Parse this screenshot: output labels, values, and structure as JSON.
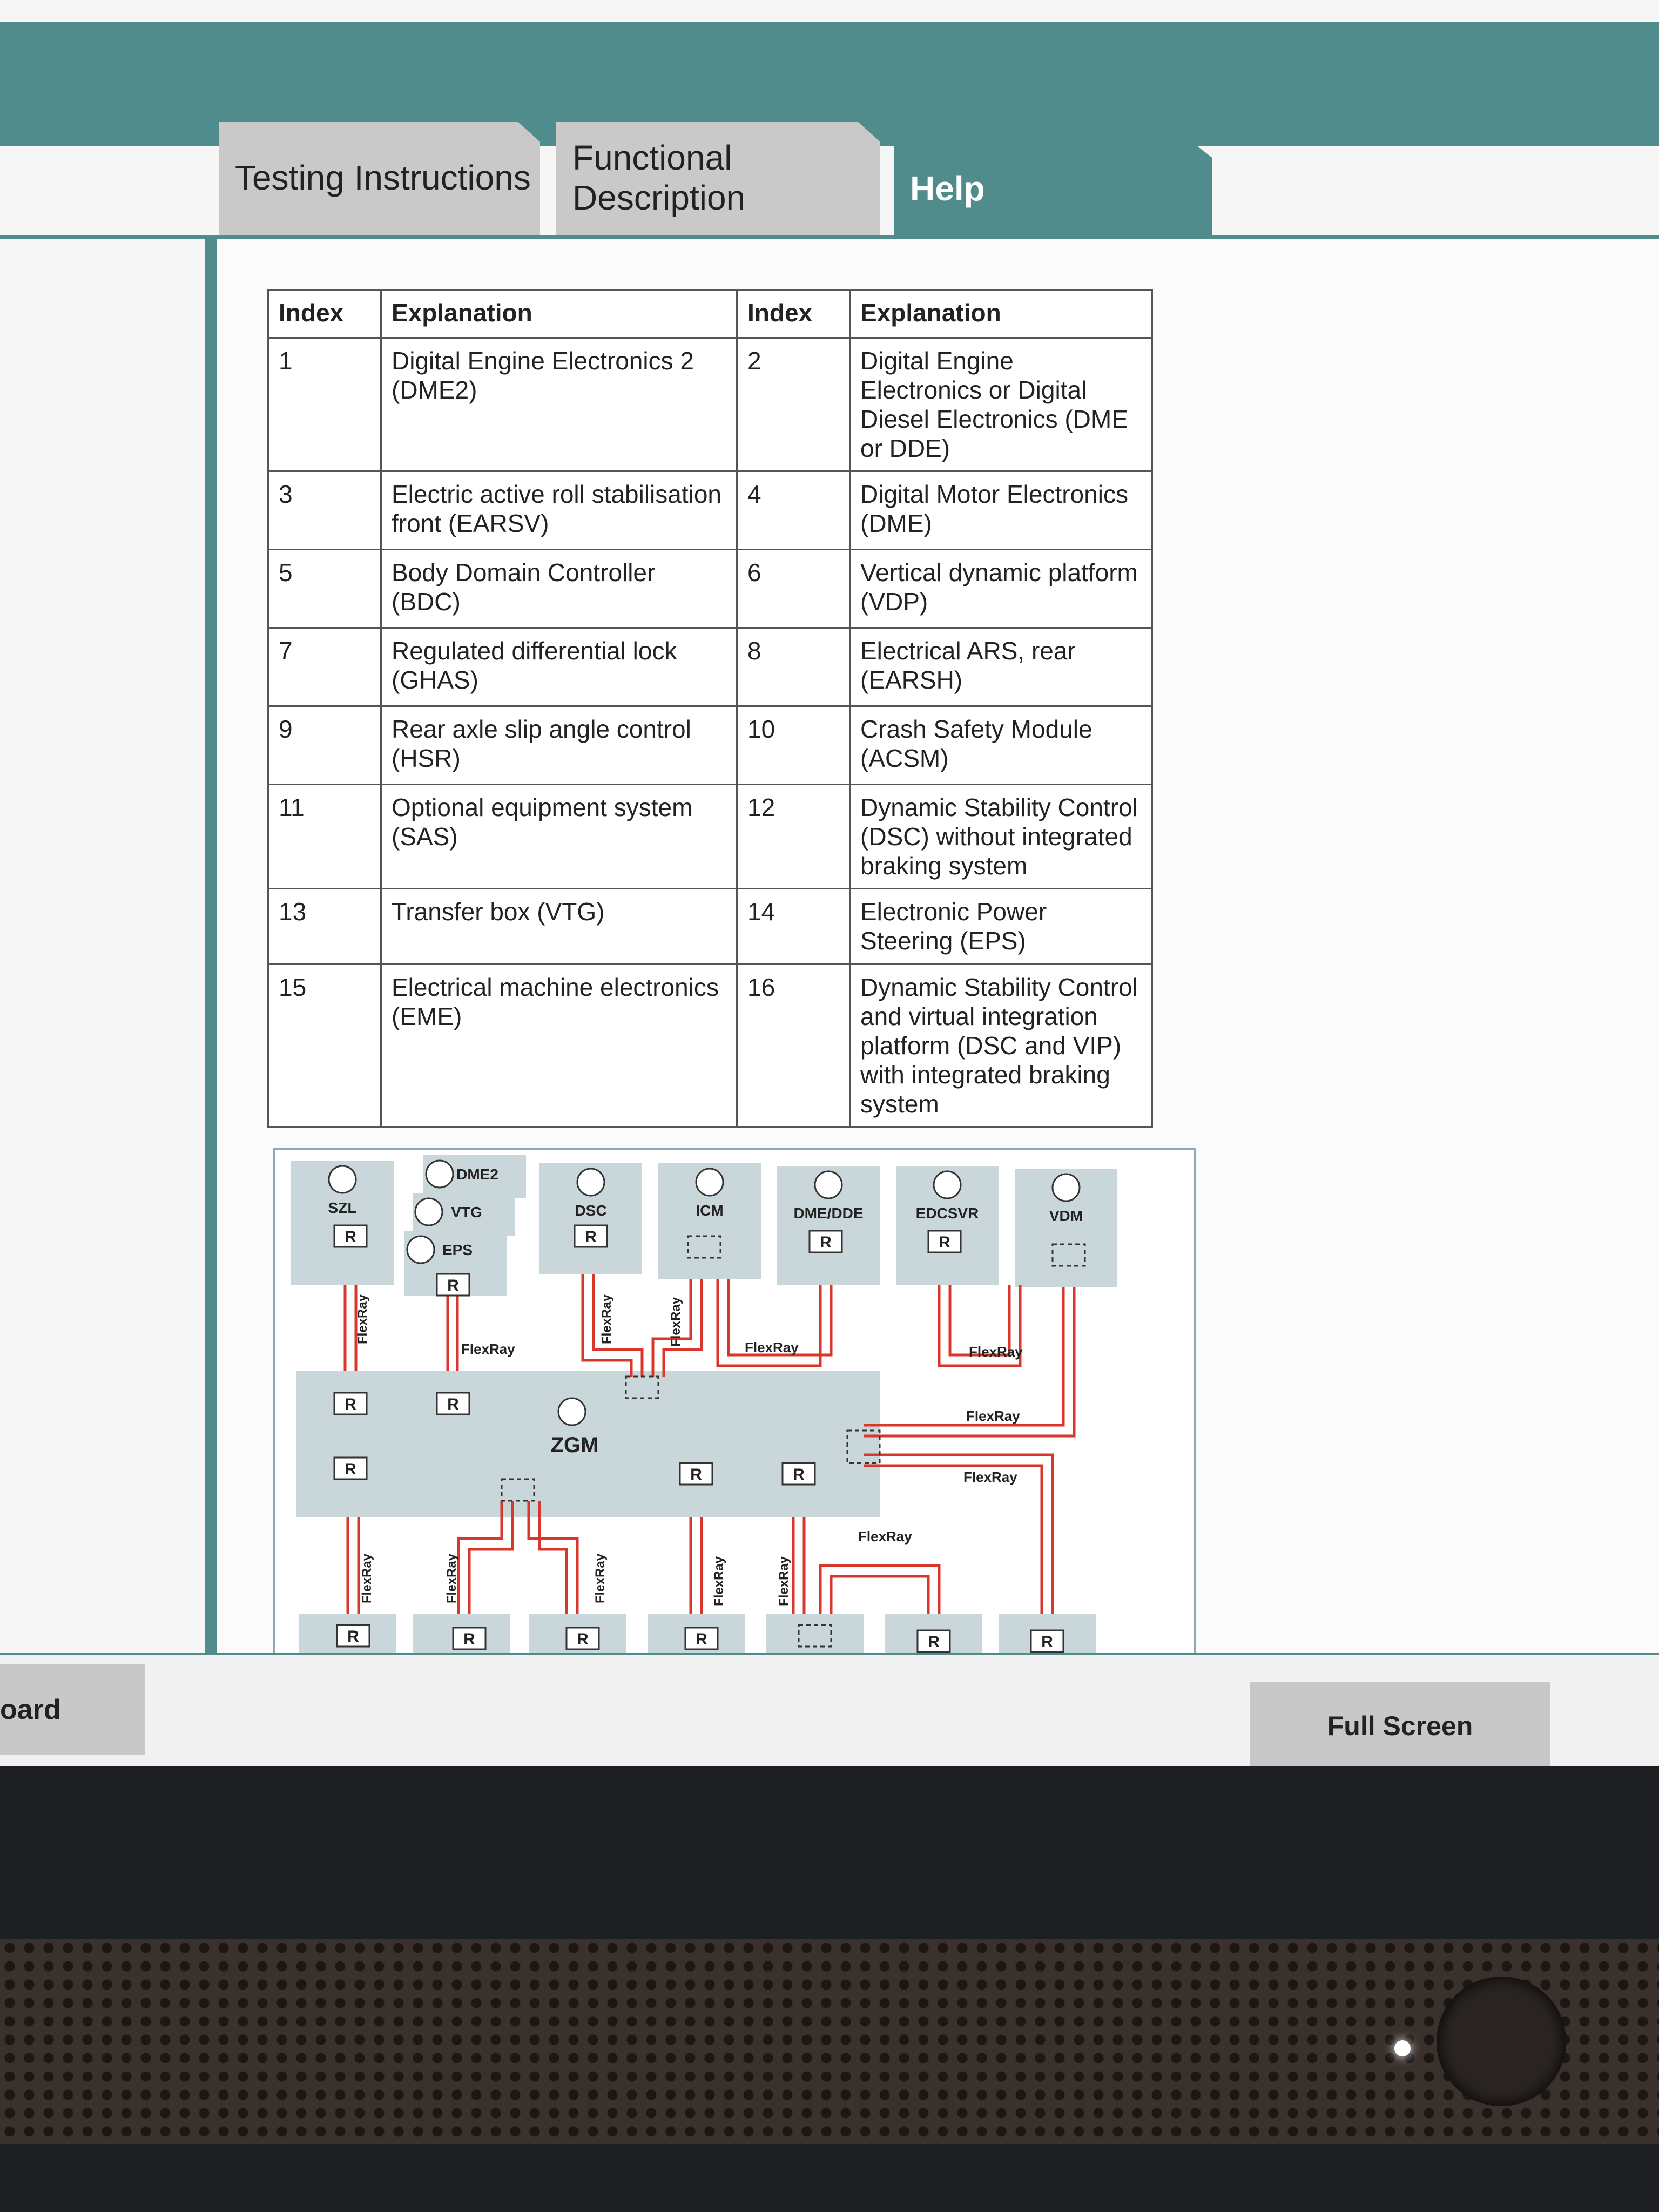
{
  "tabs": [
    {
      "label": "Testing Instructions",
      "active": false
    },
    {
      "label": "Functional\nDescription",
      "active": false
    },
    {
      "label": "Help",
      "active": true
    }
  ],
  "table": {
    "headers": [
      "Index",
      "Explanation",
      "Index",
      "Explanation"
    ],
    "rows": [
      [
        "1",
        "Digital Engine Electronics 2 (DME2)",
        "2",
        "Digital Engine Electronics or Digital Diesel Electronics (DME or DDE)"
      ],
      [
        "3",
        "Electric active roll stabilisation front (EARSV)",
        "4",
        "Digital Motor Electronics (DME)"
      ],
      [
        "5",
        "Body Domain Controller (BDC)",
        "6",
        "Vertical dynamic platform (VDP)"
      ],
      [
        "7",
        "Regulated differential lock (GHAS)",
        "8",
        "Electrical ARS, rear (EARSH)"
      ],
      [
        "9",
        "Rear axle slip angle control (HSR)",
        "10",
        "Crash Safety Module (ACSM)"
      ],
      [
        "11",
        "Optional equipment system (SAS)",
        "12",
        "Dynamic Stability Control (DSC) without integrated braking system"
      ],
      [
        "13",
        "Transfer box (VTG)",
        "14",
        "Electronic Power Steering (EPS)"
      ],
      [
        "15",
        "Electrical machine electronics (EME)",
        "16",
        "Dynamic Stability Control and virtual integration platform (DSC and VIP) with integrated braking system"
      ]
    ]
  },
  "diagram": {
    "gateway": "ZGM",
    "bus_label": "FlexRay",
    "resistor_label": "R",
    "top_units": [
      "SZL",
      "DME2",
      "VTG",
      "EPS",
      "DSC",
      "ICM",
      "DME/DDE",
      "EDCSVR",
      "VDM"
    ]
  },
  "buttons": {
    "dashboard_partial": "oard",
    "full_screen": "Full Screen"
  },
  "colors": {
    "accent": "#4f8c8b",
    "bus": "#d9372b",
    "module_fill": "#c9d7da"
  }
}
